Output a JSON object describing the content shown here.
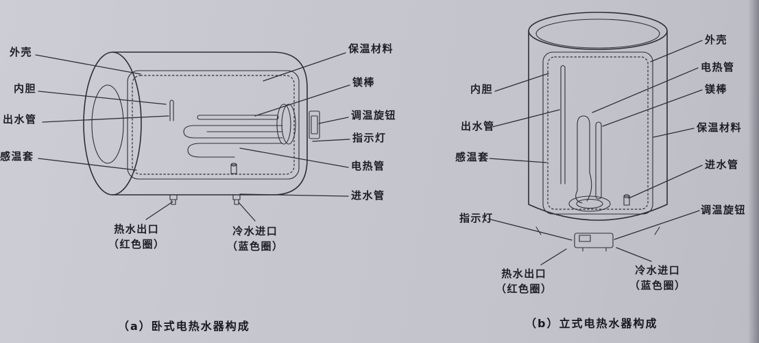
{
  "background": {
    "color": "#c7c7cf",
    "line_color": "#2d2d36"
  },
  "diagram_a": {
    "caption": "（a）卧式电热水器构成",
    "labels": {
      "shell": "外壳",
      "inner_tank": "内胆",
      "outlet_pipe": "出水管",
      "sensor_sleeve": "感温套",
      "insulation": "保温材料",
      "magnesium_rod": "镁棒",
      "thermostat_knob": "调温旋钮",
      "indicator_light": "指示灯",
      "heating_tube": "电热管",
      "inlet_pipe": "进水管",
      "hot_outlet": "热水出口",
      "hot_outlet_note": "（红色圈）",
      "cold_inlet": "冷水进口",
      "cold_inlet_note": "（蓝色圈）"
    }
  },
  "diagram_b": {
    "caption": "（b）立式电热水器构成",
    "labels": {
      "shell": "外壳",
      "inner_tank": "内胆",
      "outlet_pipe": "出水管",
      "sensor_sleeve": "感温套",
      "insulation": "保温材料",
      "magnesium_rod": "镁棒",
      "thermostat_knob": "调温旋钮",
      "indicator_light": "指示灯",
      "heating_tube": "电热管",
      "inlet_pipe": "进水管",
      "hot_outlet": "热水出口",
      "hot_outlet_note": "（红色圈）",
      "cold_inlet": "冷水进口",
      "cold_inlet_note": "（蓝色圈）"
    }
  }
}
